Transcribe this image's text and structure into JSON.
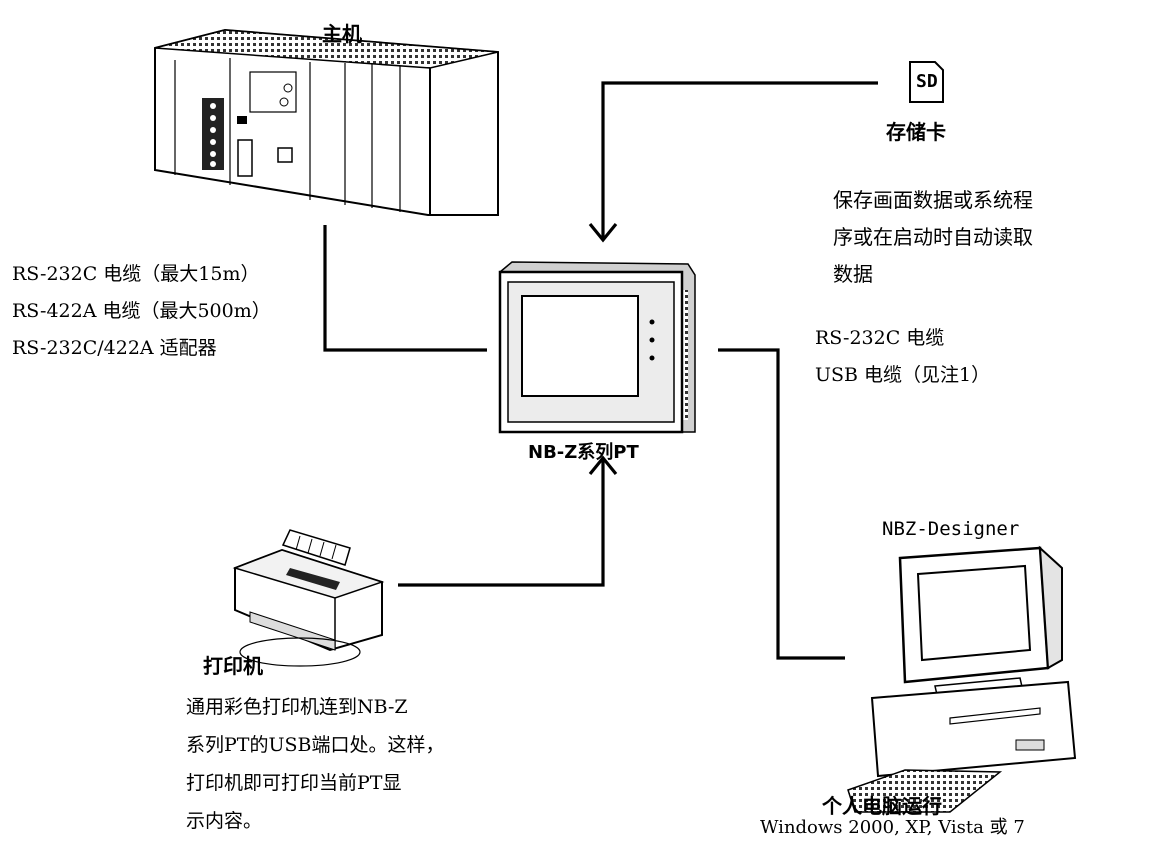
{
  "host": {
    "label": "主机"
  },
  "host_cables": [
    "RS-232C 电缆（最大15m）",
    "RS-422A 电缆（最大500m）",
    "RS-232C/422A 适配器"
  ],
  "pt": {
    "label": "NB-Z系列PT"
  },
  "sd_card": {
    "icon_text": "SD",
    "label": "存储卡",
    "desc": [
      "保存画面数据或系统程",
      "序或在启动时自动读取",
      "数据"
    ]
  },
  "pc_cables": [
    "RS-232C 电缆",
    "USB 电缆（见注1）"
  ],
  "software": {
    "label": "NBZ-Designer"
  },
  "pc": {
    "label": "个人电脑运行",
    "os": "Windows 2000, XP, Vista 或 7"
  },
  "printer": {
    "label": "打印机",
    "desc": [
      "通用彩色打印机连到NB-Z",
      "系列PT的USB端口处。这样，",
      "打印机即可打印当前PT显",
      "示内容。"
    ]
  }
}
